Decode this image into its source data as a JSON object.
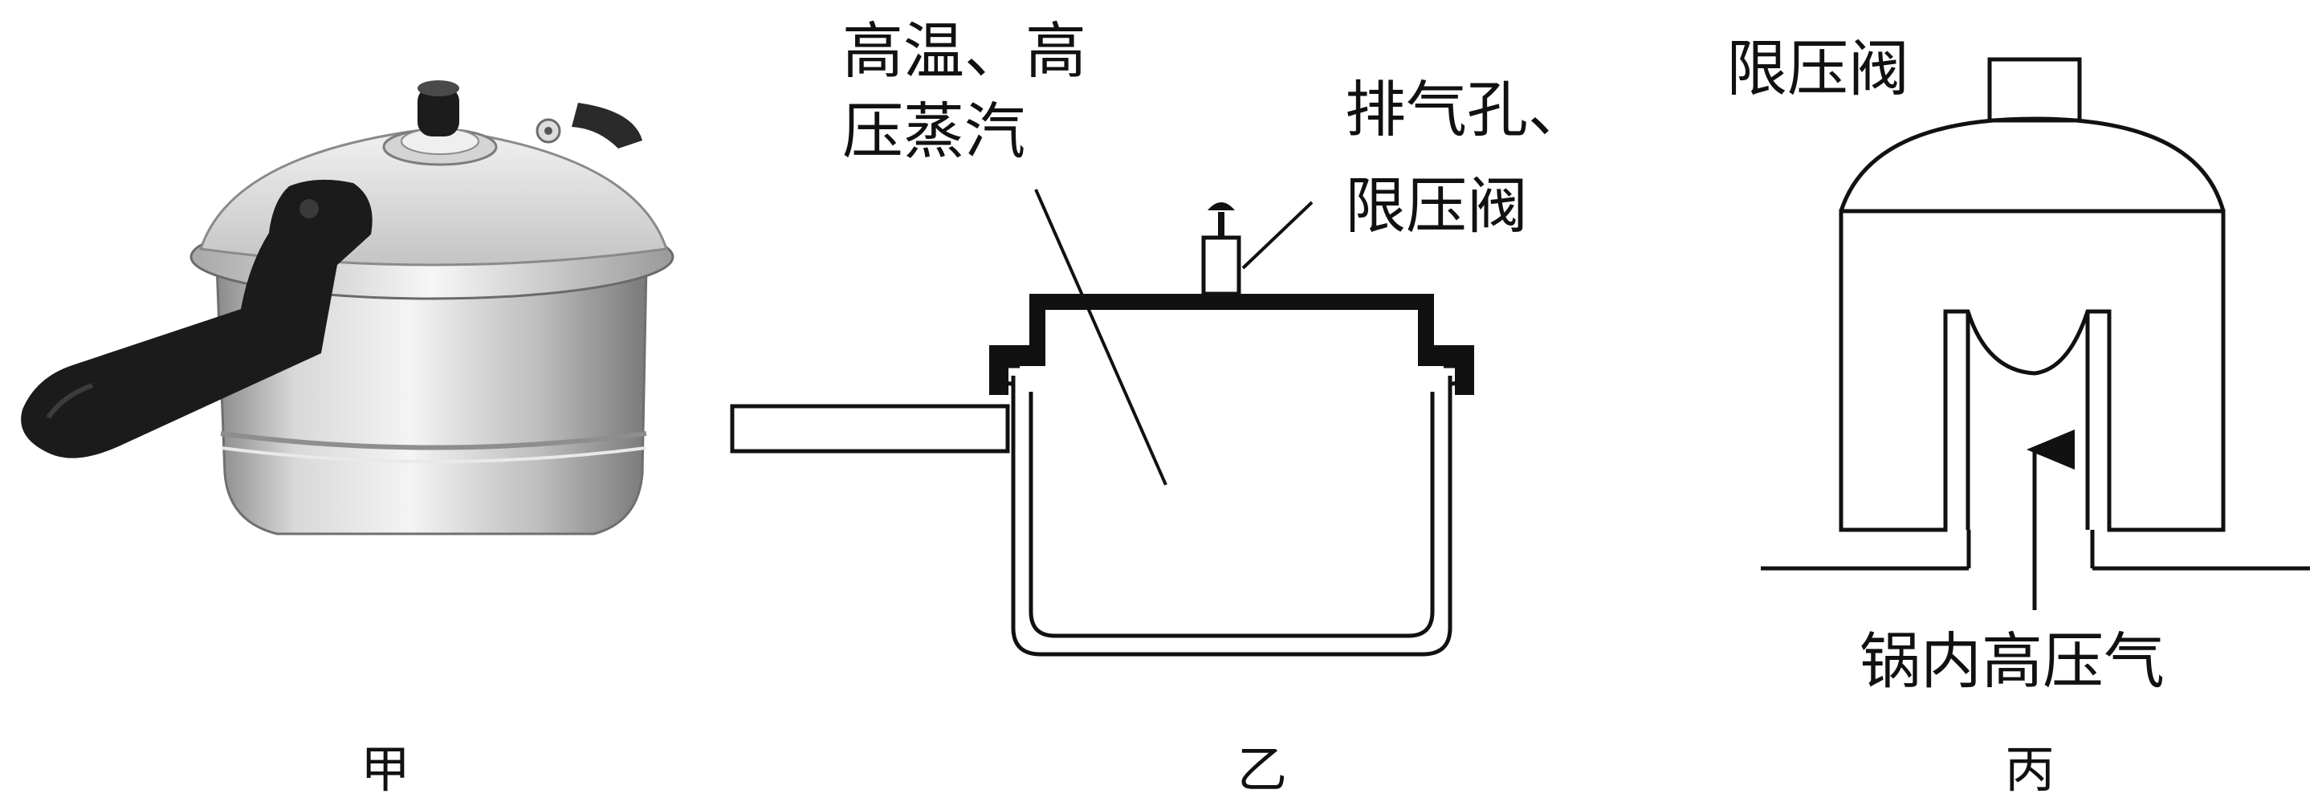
{
  "panels": {
    "jia": {
      "caption": "甲"
    },
    "yi": {
      "caption": "乙",
      "labels": {
        "steam_line1": "高温、高",
        "steam_line2": "压蒸汽",
        "vent_line1": "排气孔、",
        "vent_line2": "限压阀"
      }
    },
    "bing": {
      "caption": "丙",
      "labels": {
        "valve": "限压阀",
        "pressure": "锅内高压气"
      }
    }
  },
  "colors": {
    "ink": "#111111",
    "body_light": "#e8e8e8",
    "body_mid": "#b9b9b9",
    "body_dark": "#7d7d7d",
    "handle": "#1b1b1b"
  }
}
